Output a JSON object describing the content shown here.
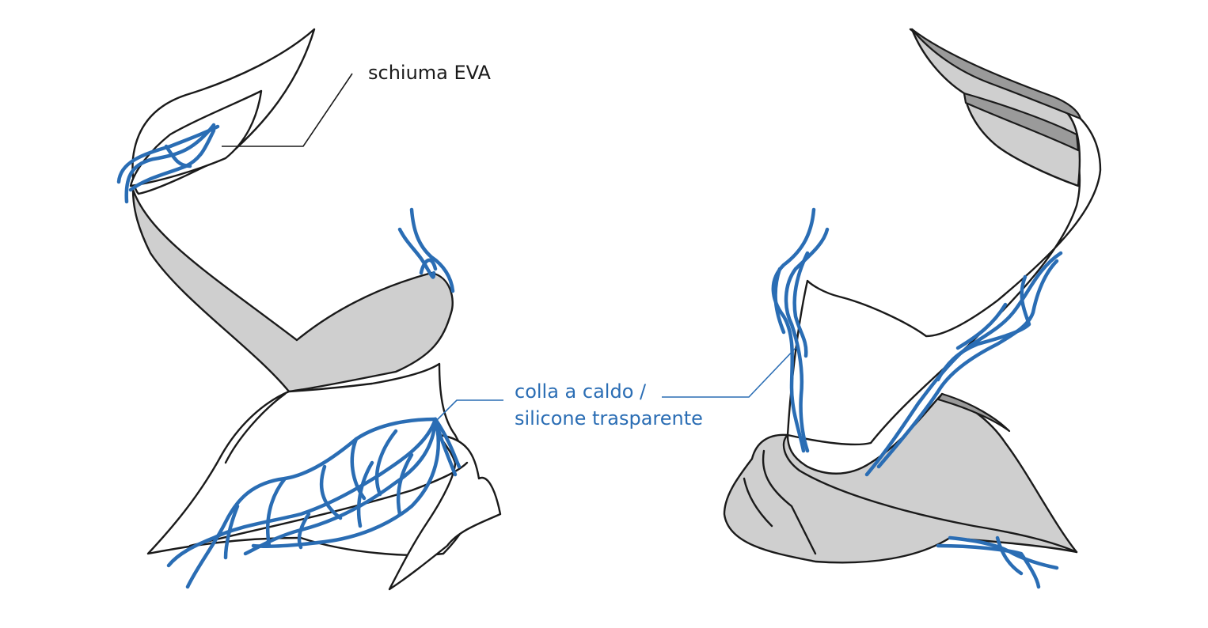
{
  "labels": {
    "foam": "schiuma EVA",
    "glue_line1": "colla a caldo /",
    "glue_line2": "silicone trasparente"
  },
  "colors": {
    "glue": "#2a6db4",
    "outline": "#1a1a1a",
    "foam_fill": "#cfcfcf",
    "foam_edge": "#9a9a9a"
  }
}
